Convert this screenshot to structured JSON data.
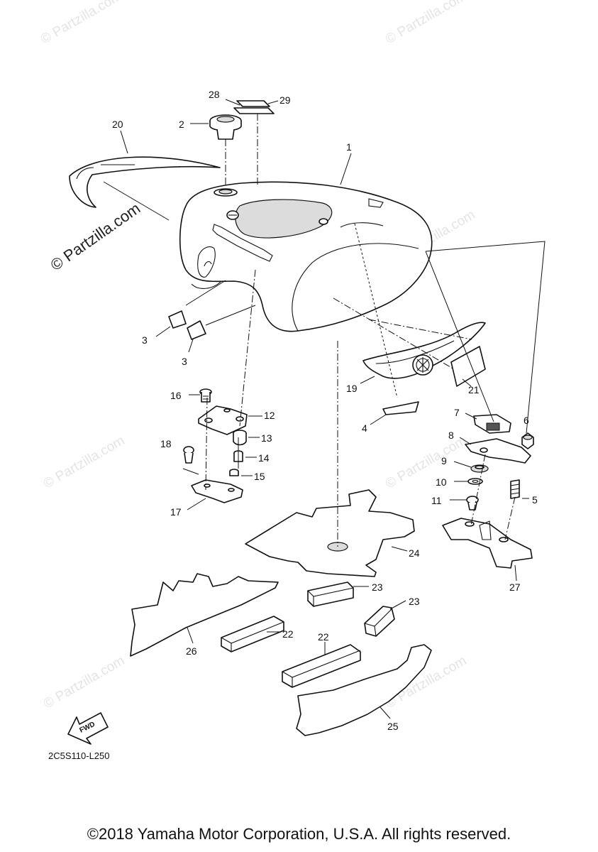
{
  "diagram": {
    "code": "2C5S110-L250",
    "fwd_label": "FWD",
    "watermark": "© Partzilla.com",
    "copyright": "©2018 Yamaha Motor Corporation, U.S.A. All rights reserved.",
    "callouts": [
      {
        "id": "1",
        "label": "1"
      },
      {
        "id": "2",
        "label": "2"
      },
      {
        "id": "3a",
        "label": "3"
      },
      {
        "id": "3b",
        "label": "3"
      },
      {
        "id": "4",
        "label": "4"
      },
      {
        "id": "5",
        "label": "5"
      },
      {
        "id": "6",
        "label": "6"
      },
      {
        "id": "7",
        "label": "7"
      },
      {
        "id": "8",
        "label": "8"
      },
      {
        "id": "9",
        "label": "9"
      },
      {
        "id": "10",
        "label": "10"
      },
      {
        "id": "11",
        "label": "11"
      },
      {
        "id": "12",
        "label": "12"
      },
      {
        "id": "13",
        "label": "13"
      },
      {
        "id": "14",
        "label": "14"
      },
      {
        "id": "15",
        "label": "15"
      },
      {
        "id": "16",
        "label": "16"
      },
      {
        "id": "17",
        "label": "17"
      },
      {
        "id": "18",
        "label": "18"
      },
      {
        "id": "19",
        "label": "19"
      },
      {
        "id": "20",
        "label": "20"
      },
      {
        "id": "21",
        "label": "21"
      },
      {
        "id": "22a",
        "label": "22"
      },
      {
        "id": "22b",
        "label": "22"
      },
      {
        "id": "23a",
        "label": "23"
      },
      {
        "id": "23b",
        "label": "23"
      },
      {
        "id": "24",
        "label": "24"
      },
      {
        "id": "25",
        "label": "25"
      },
      {
        "id": "26",
        "label": "26"
      },
      {
        "id": "27",
        "label": "27"
      },
      {
        "id": "28",
        "label": "28"
      },
      {
        "id": "29",
        "label": "29"
      }
    ]
  }
}
